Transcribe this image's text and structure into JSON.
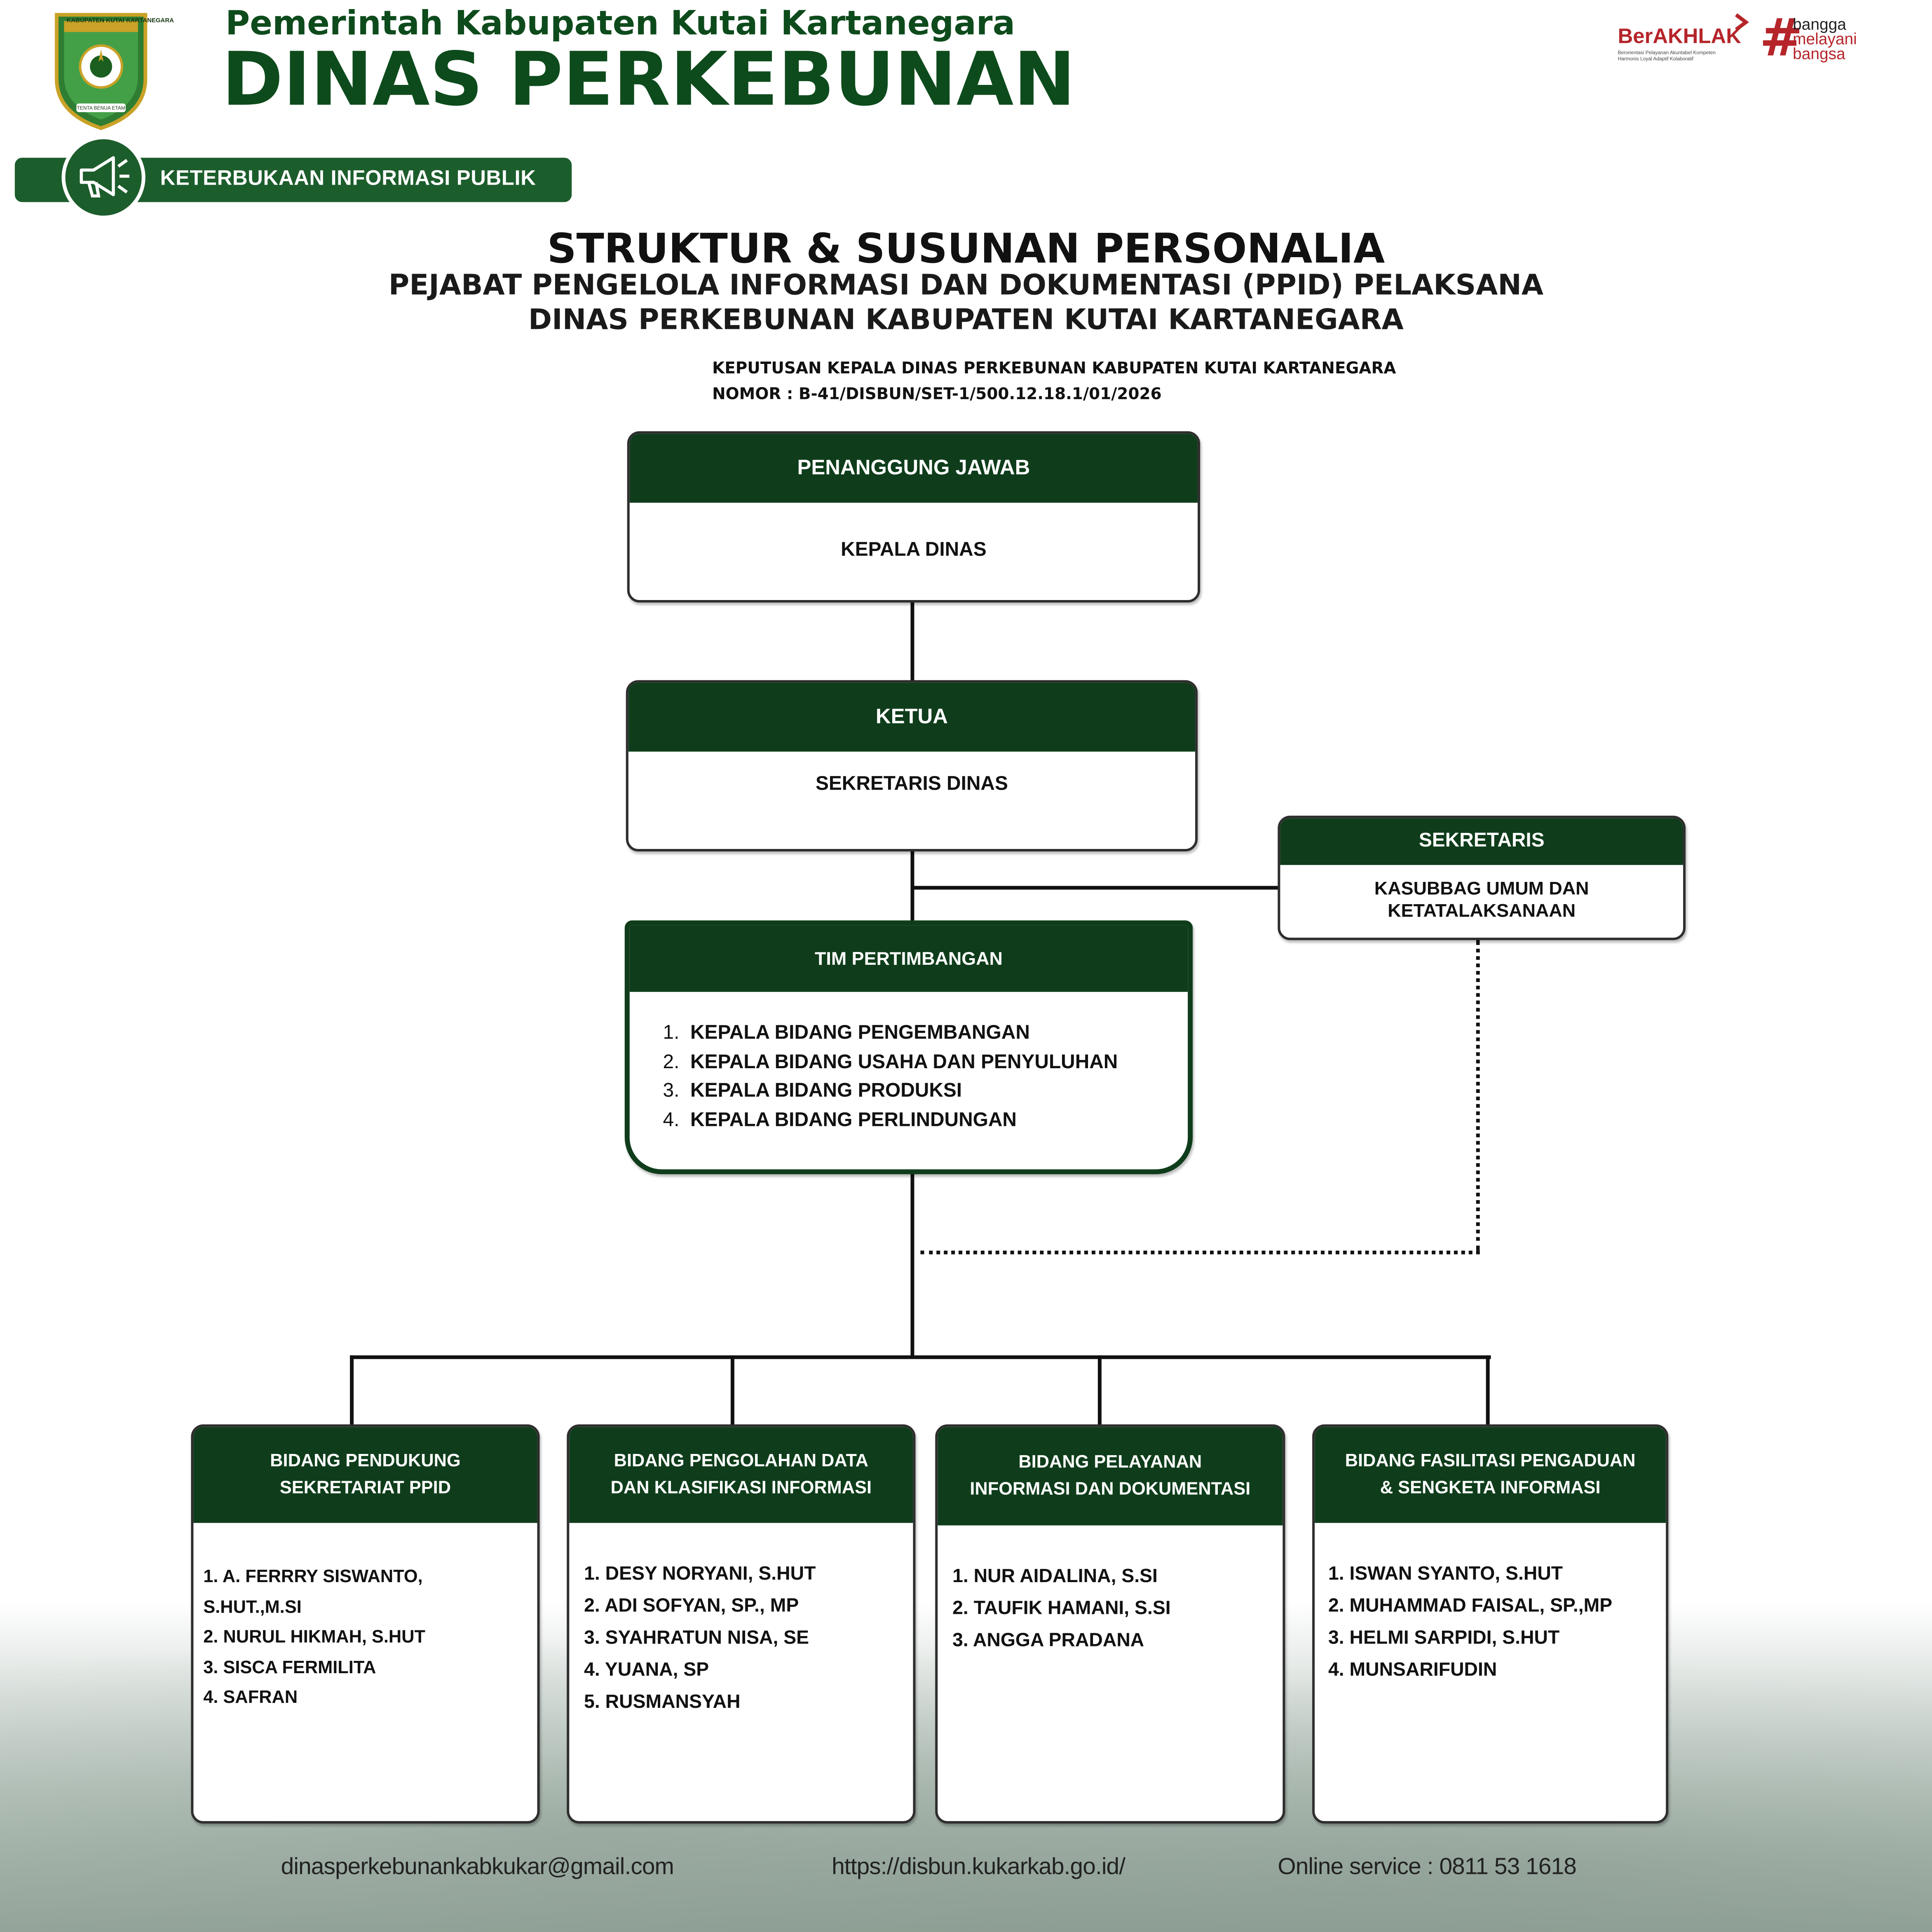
{
  "header": {
    "gov_name": "Pemerintah Kabupaten Kutai Kartanegara",
    "agency_name": "DINAS PERKEBUNAN",
    "banner_label": "KETERBUKAAN INFORMASI PUBLIK",
    "emblem_top_text": "KABUPATEN KUTAI KARTANEGARA",
    "emblem_motto": "TENTA BENUA ETAM",
    "banner_icon": "megaphone-icon"
  },
  "brand": {
    "berakhlak": "BerAKHLAK",
    "berakhlak_tagline_1": "Berorientasi Pelayanan Akuntabel Kompeten",
    "berakhlak_tagline_2": "Harmonis Loyal Adaptif Kolaboratif",
    "bangga_hash": "#",
    "bangga_1": "bangga",
    "bangga_2": "melayani",
    "bangga_3": "bangsa"
  },
  "titles": {
    "main": "STRUKTUR & SUSUNAN PERSONALIA",
    "line2": "PEJABAT PENGELOLA INFORMASI DAN DOKUMENTASI (PPID) PELAKSANA",
    "line3": "DINAS PERKEBUNAN KABUPATEN KUTAI KARTANEGARA",
    "decree": "KEPUTUSAN KEPALA DINAS PERKEBUNAN KABUPATEN KUTAI KARTANEGARA",
    "decree_number": "NOMOR : B-41/DISBUN/SET-1/500.12.18.1/01/2026"
  },
  "org": {
    "penanggung_jawab": {
      "role": "PENANGGUNG JAWAB",
      "holder": "KEPALA DINAS"
    },
    "ketua": {
      "role": "KETUA",
      "holder": "SEKRETARIS DINAS"
    },
    "sekretaris": {
      "role": "SEKRETARIS",
      "holder_1": "KASUBBAG UMUM DAN",
      "holder_2": "KETATALAKSANAAN"
    },
    "tim_pertimbangan": {
      "role": "TIM PERTIMBANGAN",
      "members": [
        {
          "num": "1.",
          "name": "KEPALA BIDANG PENGEMBANGAN"
        },
        {
          "num": "2.",
          "name": "KEPALA BIDANG USAHA DAN PENYULUHAN"
        },
        {
          "num": "3.",
          "name": "KEPALA BIDANG PRODUKSI"
        },
        {
          "num": "4.",
          "name": "KEPALA BIDANG PERLINDUNGAN"
        }
      ]
    },
    "bidang": [
      {
        "title_1": "BIDANG PENDUKUNG",
        "title_2": "SEKRETARIAT PPID",
        "members": [
          "1. A. FERRRY SISWANTO,",
          "S.HUT.,M.SI",
          "2. NURUL HIKMAH, S.HUT",
          "3. SISCA FERMILITA",
          "4. SAFRAN"
        ]
      },
      {
        "title_1": "BIDANG PENGOLAHAN DATA",
        "title_2": "DAN KLASIFIKASI INFORMASI",
        "members": [
          "1. DESY NORYANI, S.HUT",
          "2. ADI SOFYAN, SP., MP",
          "3. SYAHRATUN NISA, SE",
          "4. YUANA, SP",
          "5. RUSMANSYAH"
        ]
      },
      {
        "title_1": "BIDANG PELAYANAN",
        "title_2": "INFORMASI DAN DOKUMENTASI",
        "members": [
          "1. NUR AIDALINA, S.SI",
          "2. TAUFIK HAMANI, S.SI",
          "3. ANGGA PRADANA"
        ]
      },
      {
        "title_1": "BIDANG FASILITASI PENGADUAN",
        "title_2": "& SENGKETA INFORMASI",
        "members": [
          "1. ISWAN SYANTO, S.HUT",
          "2. MUHAMMAD FAISAL, SP.,MP",
          "3. HELMI SARPIDI, S.HUT",
          "4. MUNSARIFUDIN"
        ]
      }
    ]
  },
  "footer": {
    "email": "dinasperkebunankabkukar@gmail.com",
    "website": "https://disbun.kukarkab.go.id/",
    "phone": "Online service : 0811 53 1618"
  },
  "colors": {
    "brand_green": "#0e4b1c",
    "box_header": "#0f3d1b",
    "accent_red": "#b5252a"
  }
}
